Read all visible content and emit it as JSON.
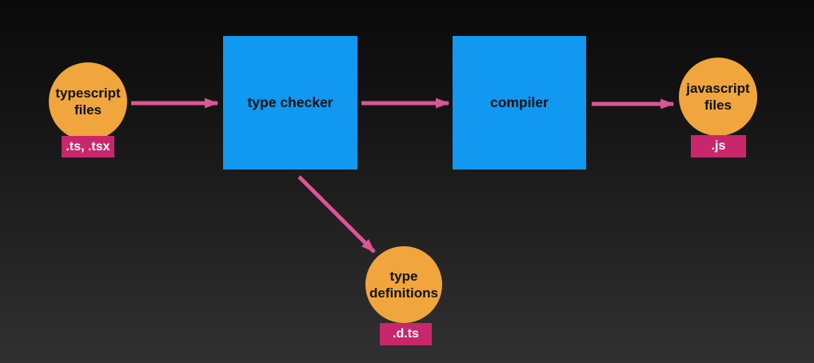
{
  "colors": {
    "background_top": "#0a0a0a",
    "background_bottom": "#313131",
    "circle_fill": "#F0A63C",
    "box_fill": "#1199F2",
    "badge_fill": "#C9276B",
    "arrow": "#DB5694",
    "node_text": "#111111",
    "badge_text": "#ffffff"
  },
  "nodes": {
    "typescript_files": {
      "label": "typescript files",
      "badge": ".ts, .tsx"
    },
    "type_checker": {
      "label": "type checker"
    },
    "compiler": {
      "label": "compiler"
    },
    "javascript_files": {
      "label": "javascript files",
      "badge": ".js"
    },
    "type_definitions": {
      "label": "type definitions",
      "badge": ".d.ts"
    }
  },
  "flow": {
    "arrow_1": "typescript files to type checker",
    "arrow_2": "type checker to compiler",
    "arrow_3": "compiler to javascript files",
    "arrow_4": "type checker to type definitions"
  }
}
